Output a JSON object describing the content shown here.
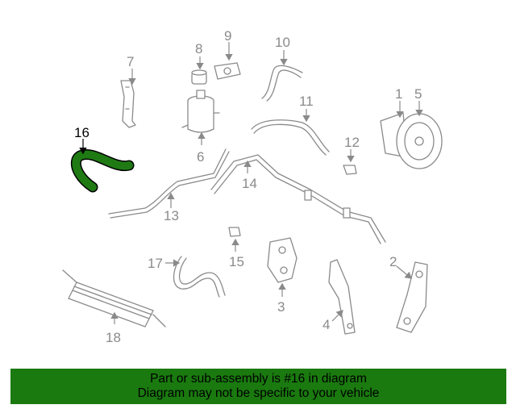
{
  "diagram": {
    "highlight_color": "#1f7a14",
    "callouts": {
      "c1": "1",
      "c2": "2",
      "c3": "3",
      "c4": "4",
      "c5": "5",
      "c6": "6",
      "c7": "7",
      "c8": "8",
      "c9": "9",
      "c10": "10",
      "c11": "11",
      "c12": "12",
      "c13": "13",
      "c14": "14",
      "c15": "15",
      "c16": "16",
      "c17": "17",
      "c18": "18"
    }
  },
  "banner": {
    "line1": "Part or sub-assembly is #16 in diagram",
    "line2": "Diagram may not be specific to your vehicle",
    "background": "#1a7a0f"
  }
}
